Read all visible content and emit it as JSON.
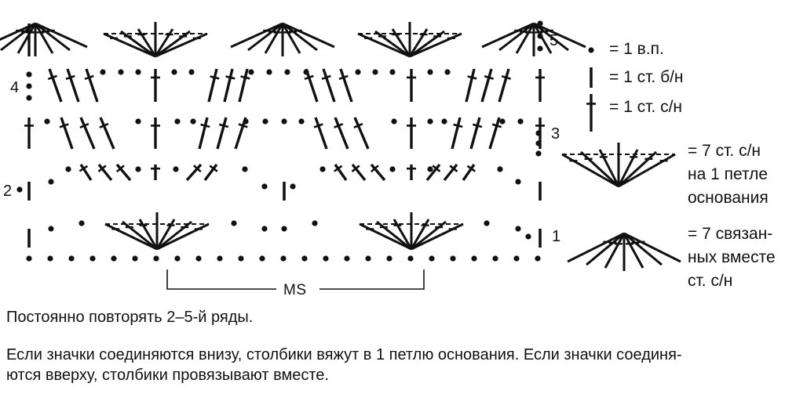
{
  "row_labels": {
    "r1": "1",
    "r2": "2",
    "r3": "3",
    "r4": "4",
    "r5": "5"
  },
  "ms_label": "MS",
  "legend": {
    "chain": "= 1 в.п.",
    "sc": "= 1 ст. б/н",
    "dc": "= 1 ст. с/н",
    "fan_line1": "= 7  ст.  с/н",
    "fan_line2": "на  1  петле",
    "fan_line3": "основания",
    "cluster_line1": "= 7 связан-",
    "cluster_line2": "ных вместе",
    "cluster_line3": "ст. с/н"
  },
  "caption": {
    "line1": "Постоянно повторять 2–5-й ряды.",
    "line2a": "Если значки соединяются внизу, столбики вяжут в 1 петлю основания. Если значки соединя-",
    "line2b": "ются вверху, столбики провязывают вместе."
  }
}
